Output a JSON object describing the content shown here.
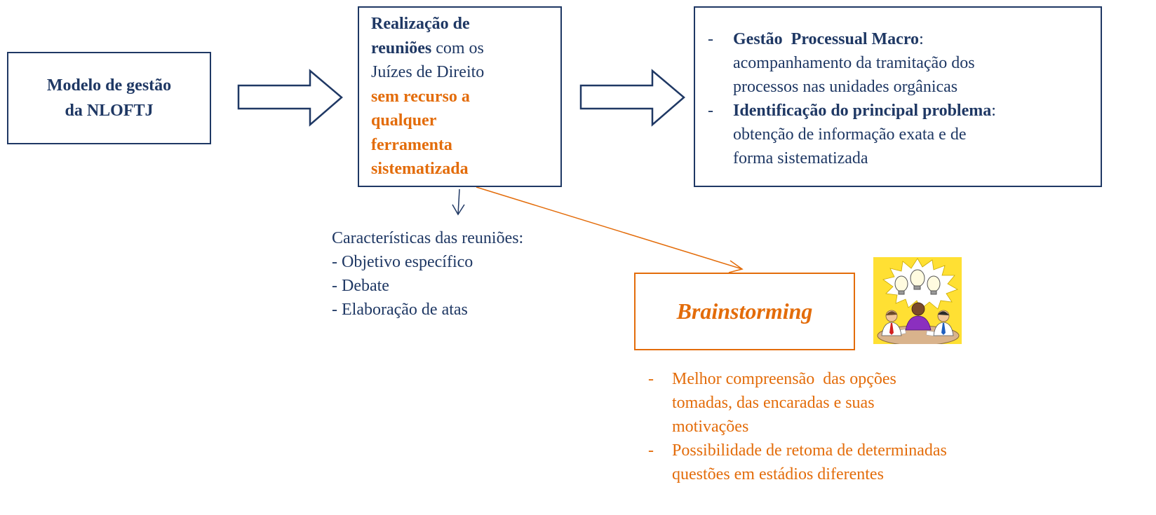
{
  "modelo_box": {
    "line1": "Modelo de gestão",
    "line2": "da NLOFTJ"
  },
  "reunioes_box": {
    "bold_part_1": "Realização de",
    "bold_part_2": "reuniões",
    "plain_part_2": " com os",
    "plain_line_3": "Juízes de Direito",
    "orange_lines": [
      "sem recurso a",
      "qualquer",
      "ferramenta",
      "sistematizada"
    ]
  },
  "gestao_box": {
    "items": [
      {
        "dash": "-",
        "bold": "Gestão  Processual Macro",
        "suffix": ":",
        "lines": [
          "acompanhamento da tramitação dos",
          "processos nas unidades orgânicas"
        ]
      },
      {
        "dash": "-",
        "bold": "Identificação do principal problema",
        "suffix": ":",
        "lines": [
          "obtenção de informação exata e de",
          "forma sistematizada"
        ]
      }
    ]
  },
  "caracteristicas": {
    "title": "Características das reuniões:",
    "items": [
      "- Objetivo específico",
      "- Debate",
      "- Elaboração de atas"
    ]
  },
  "brainstorming": {
    "label": "Brainstorming"
  },
  "benefits": [
    {
      "dash": "-",
      "lines": [
        "Melhor compreensão  das opções",
        "tomadas, das encaradas e suas",
        "motivações"
      ]
    },
    {
      "dash": "-",
      "lines": [
        "Possibilidade de retoma de determinadas",
        "questões em estádios diferentes"
      ]
    }
  ],
  "colors": {
    "navy": "#1f3864",
    "orange": "#e36c0a",
    "clipart_bg": "#ffe033"
  },
  "icons": {
    "arrow_1": "block-arrow-right-icon",
    "arrow_2": "block-arrow-right-icon",
    "connector_down": "arrow-down-icon",
    "connector_diag": "arrow-diagonal-icon",
    "clipart": "brainstorming-lightbulbs-icon"
  }
}
